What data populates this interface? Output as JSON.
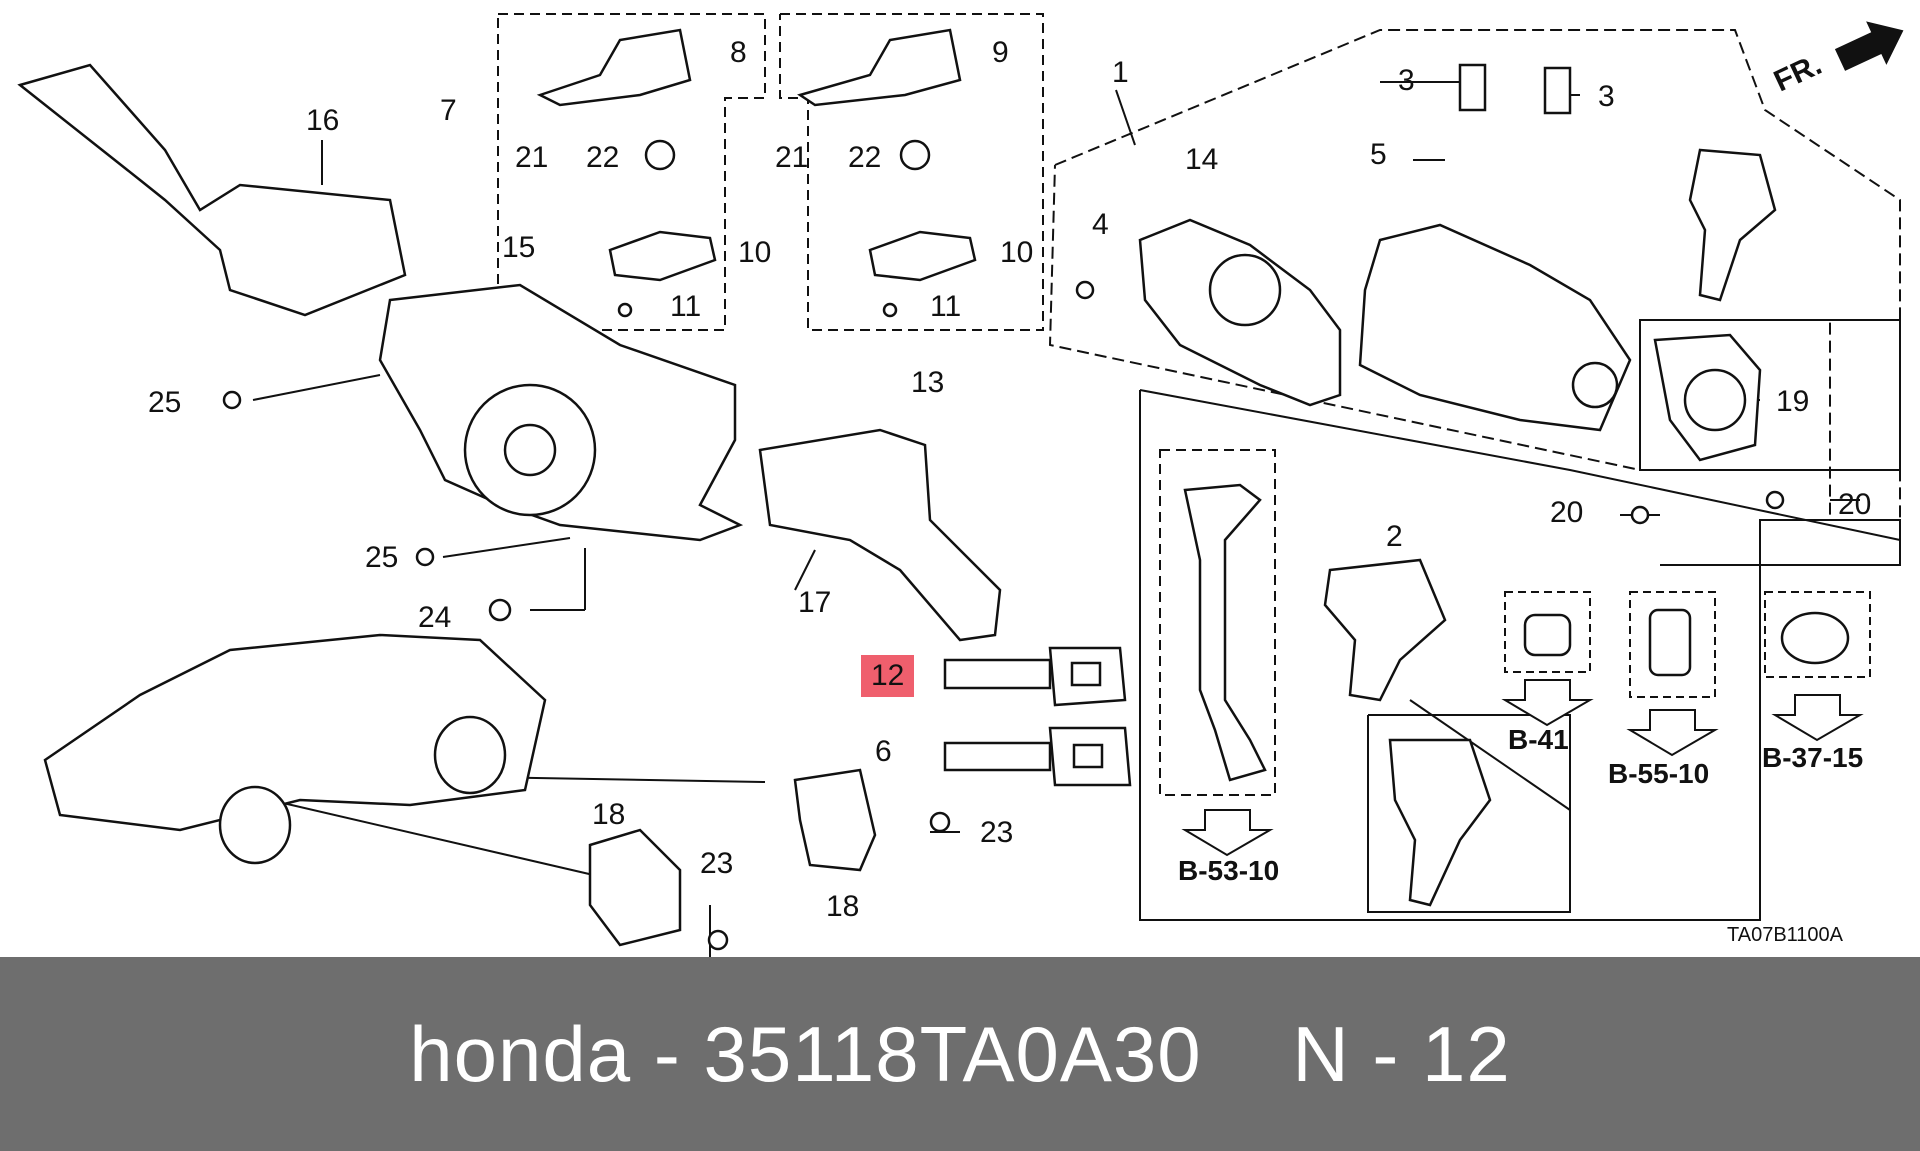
{
  "diagram": {
    "callouts": {
      "c1": "1",
      "c2": "2",
      "c3a": "3",
      "c3b": "3",
      "c4": "4",
      "c5": "5",
      "c6": "6",
      "c7": "7",
      "c8": "8",
      "c9": "9",
      "c10a": "10",
      "c10b": "10",
      "c11a": "11",
      "c11b": "11",
      "c12": "12",
      "c13": "13",
      "c14": "14",
      "c15": "15",
      "c16": "16",
      "c17": "17",
      "c18a": "18",
      "c18b": "18",
      "c19": "19",
      "c20a": "20",
      "c20b": "20",
      "c21a": "21",
      "c21b": "21",
      "c22a": "22",
      "c22b": "22",
      "c23a": "23",
      "c23b": "23",
      "c24": "24",
      "c25a": "25",
      "c25b": "25"
    },
    "references": {
      "b41": "B-41",
      "b5510": "B-55-10",
      "b3715": "B-37-15",
      "b5310": "B-53-10"
    },
    "direction_label": "FR.",
    "diagram_code": "TA07B1100A",
    "highlight_color": "#ef5f6d"
  },
  "footer": {
    "caption": "honda - 35118TA0A30    N - 12"
  }
}
